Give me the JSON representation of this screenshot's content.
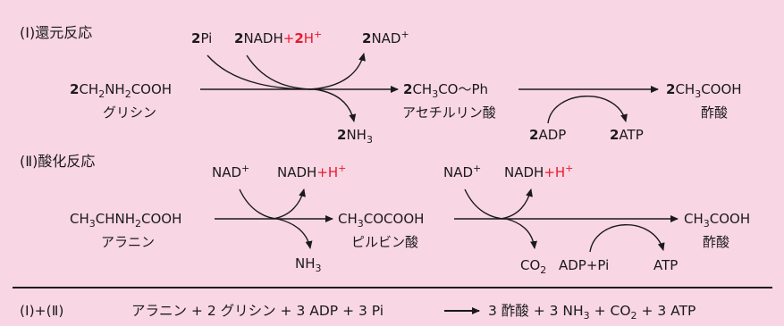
{
  "colors": {
    "background": "#f9d6e4",
    "text": "#1a1a1a",
    "highlight": "#e8192c"
  },
  "section1": {
    "title": "(Ⅰ)還元反応",
    "glycine": {
      "coef": "2",
      "formula": [
        "CH",
        "2",
        "NH",
        "2",
        "COOH"
      ],
      "name": "グリシン"
    },
    "pi": {
      "coef": "2",
      "text": "Pi"
    },
    "nadh": {
      "coef": "2",
      "text": "NADH",
      "plus": "+",
      "h_coef": "2",
      "h": "H",
      "sup": "+"
    },
    "nad": {
      "coef": "2",
      "text": "NAD",
      "sup": "+"
    },
    "nh3": {
      "coef": "2",
      "text": "NH",
      "sub": "3"
    },
    "acetyl": {
      "coef": "2",
      "formula": [
        "CH",
        "3",
        "CO〜Ph"
      ],
      "name": "アセチルリン酸"
    },
    "adp": {
      "coef": "2",
      "text": "ADP"
    },
    "atp": {
      "coef": "2",
      "text": "ATP"
    },
    "acetic": {
      "coef": "2",
      "formula": [
        "CH",
        "3",
        "COOH"
      ],
      "name": "酢酸"
    }
  },
  "section2": {
    "title": "(Ⅱ)酸化反応",
    "alanine": {
      "formula": [
        "CH",
        "3",
        "CHNH",
        "2",
        "COOH"
      ],
      "name": "アラニン"
    },
    "nad1": {
      "text": "NAD",
      "sup": "+"
    },
    "nadh1": {
      "text": "NADH",
      "plus": "+H",
      "sup": "+"
    },
    "nh3": {
      "text": "NH",
      "sub": "3"
    },
    "pyruvate": {
      "formula": [
        "CH",
        "3",
        "COCOOH"
      ],
      "name": "ピルビン酸"
    },
    "nad2": {
      "text": "NAD",
      "sup": "+"
    },
    "nadh2": {
      "text": "NADH",
      "plus": "+H",
      "sup": "+"
    },
    "co2": {
      "text": "CO",
      "sub": "2"
    },
    "adp_pi": {
      "text": "ADP+Pi"
    },
    "atp": {
      "text": "ATP"
    },
    "acetic": {
      "formula": [
        "CH",
        "3",
        "COOH"
      ],
      "name": "酢酸"
    }
  },
  "summary": {
    "label": "(Ⅰ)+(Ⅱ)",
    "left": "アラニン + 2 グリシン + 3 ADP + 3 Pi",
    "right_a": "3 酢酸 + 3 NH",
    "right_sub": "3",
    "right_b": " + CO",
    "right_sub2": "2",
    "right_c": " + 3 ATP"
  }
}
